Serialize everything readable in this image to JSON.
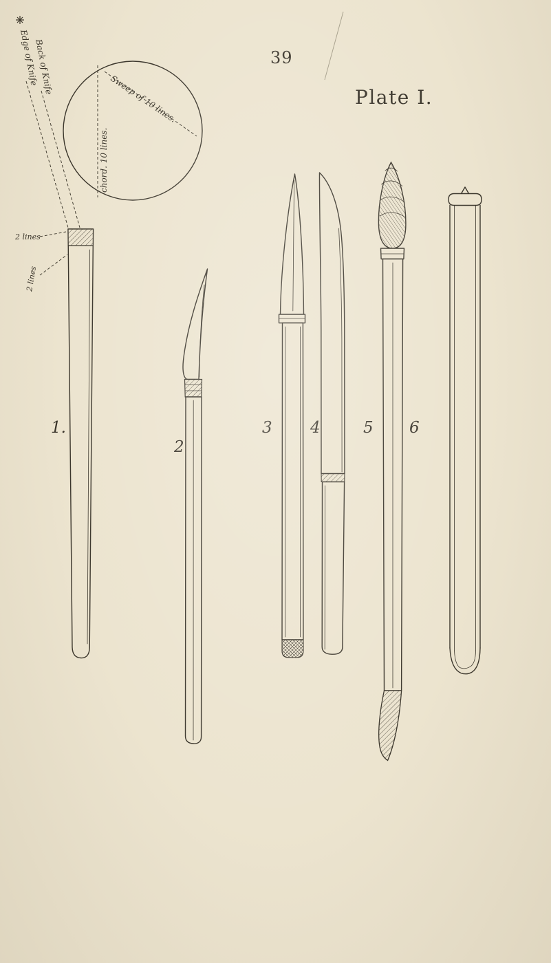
{
  "page": {
    "number": "39",
    "plate_title": "Plate I."
  },
  "colors": {
    "paper": "#ece4cf",
    "ink": "#3a352b"
  },
  "diagram": {
    "edge_of_knife_label": "Edge of Knife",
    "back_of_knife_label": "Back of Knife",
    "chord_label": "chord. 10 lines.",
    "sweep_label": "Sweep of 10 lines.",
    "width_label_top": "2 lines",
    "width_label_side": "2 lines"
  },
  "figures": {
    "fig1_label": "1.",
    "fig2_label": "2",
    "fig3_label": "3",
    "fig4_label": "4",
    "fig5_label": "5",
    "fig6_label": "6"
  }
}
